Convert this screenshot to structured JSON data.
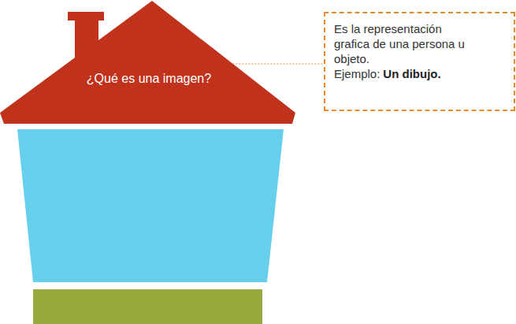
{
  "diagram": {
    "nodes": [
      {
        "text": [
          "¿Qué es una imagen?"
        ]
      },
      {
        "text": [
          "Es la representación grafica de una persona u objeto.",
          "Ejemplo:",
          "Un dibujo."
        ]
      }
    ],
    "edges": [
      {
        "from": 0,
        "to": 1,
        "arrow": "none"
      }
    ]
  }
}
